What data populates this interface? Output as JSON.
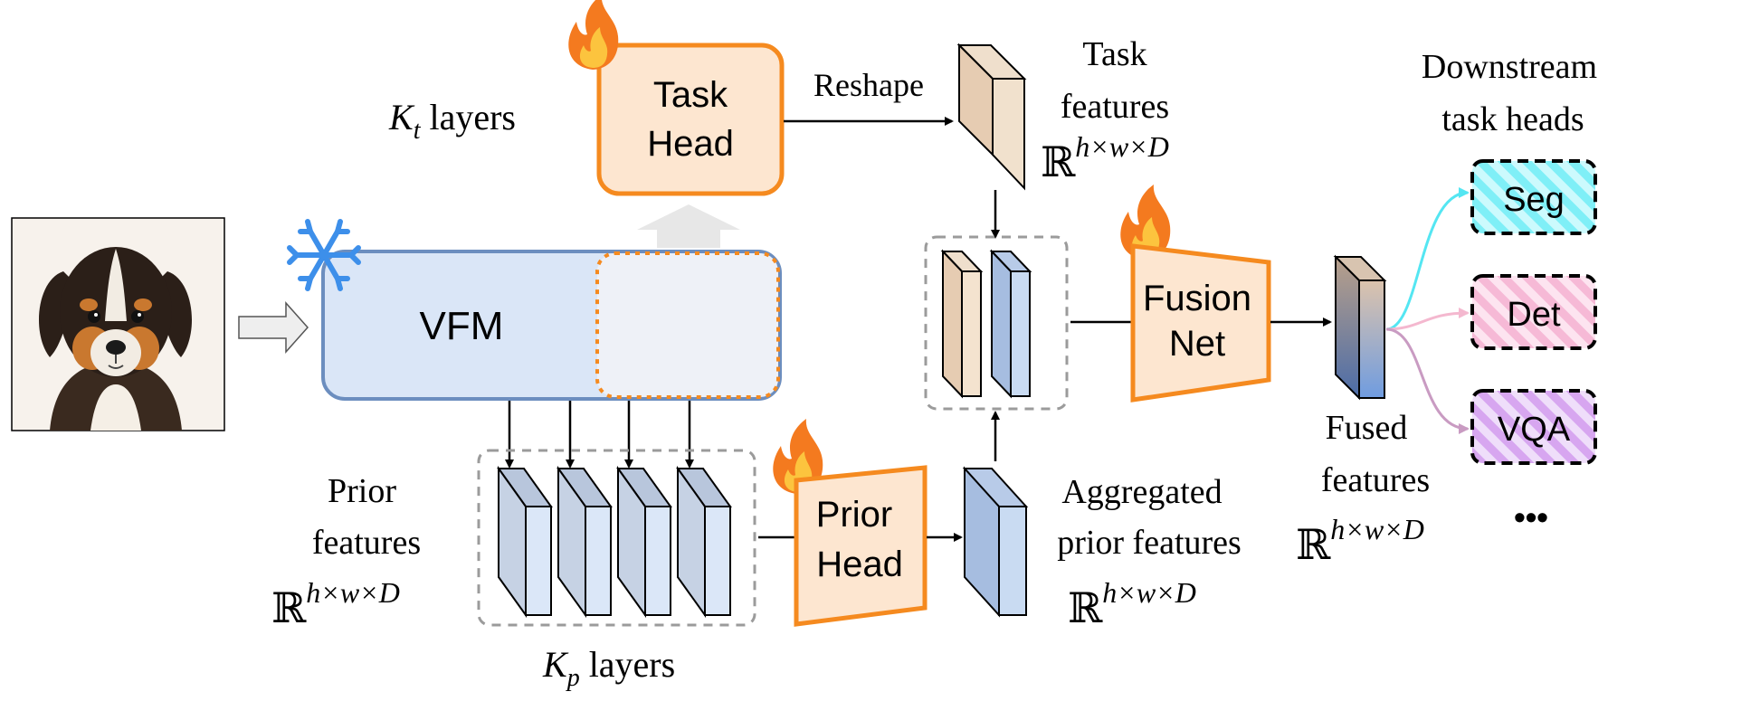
{
  "task_head": {
    "line1": "Task",
    "line2": "Head",
    "layers_var": "K",
    "layers_sub": "t",
    "layers_word": " layers"
  },
  "vfm": {
    "label": "VFM"
  },
  "reshape": {
    "label": "Reshape"
  },
  "task_features": {
    "line1": "Task",
    "line2": "features",
    "space_base": "ℝ",
    "space_exp": "h×w×D"
  },
  "prior_features": {
    "line1": "Prior",
    "line2": "features",
    "space_base": "ℝ",
    "space_exp": "h×w×D",
    "layers_var": "K",
    "layers_sub": "p",
    "layers_word": " layers"
  },
  "prior_head": {
    "line1": "Prior",
    "line2": "Head"
  },
  "aggregated": {
    "line1": "Aggregated",
    "line2": "prior features",
    "space_base": "ℝ",
    "space_exp": "h×w×D"
  },
  "fusion_net": {
    "line1": "Fusion",
    "line2": "Net"
  },
  "fused": {
    "line1": "Fused",
    "line2": "features",
    "space_base": "ℝ",
    "space_exp": "h×w×D"
  },
  "downstream": {
    "title_line1": "Downstream",
    "title_line2": "task heads",
    "heads": [
      "Seg",
      "Det",
      "VQA"
    ],
    "more": "•••"
  },
  "icons": {
    "flame": "flame-icon (trainable)",
    "snowflake": "snowflake-icon (frozen)",
    "input_image": "puppy-photo"
  },
  "colors": {
    "orange": "#F58A1F",
    "orange_fill": "#FDE6D0",
    "vfm_fill": "#DAE6F7",
    "vfm_stroke": "#6C8EBF",
    "snowflake": "#3D8FEA",
    "seg": "#7FEFF7",
    "det": "#F6B9D6",
    "vqa": "#D7A6F0"
  }
}
